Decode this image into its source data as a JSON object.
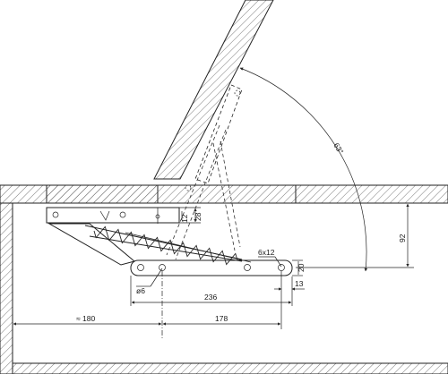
{
  "diagram": {
    "labels": {
      "angle": "63°",
      "dim_92": "92",
      "dim_28": "28",
      "dim_12": "12",
      "dim_6x12": "6x12",
      "dim_20": "20",
      "dim_13": "13",
      "dim_d6": "ø6",
      "dim_236": "236",
      "dim_178": "178",
      "dim_180": "≈ 180"
    }
  }
}
